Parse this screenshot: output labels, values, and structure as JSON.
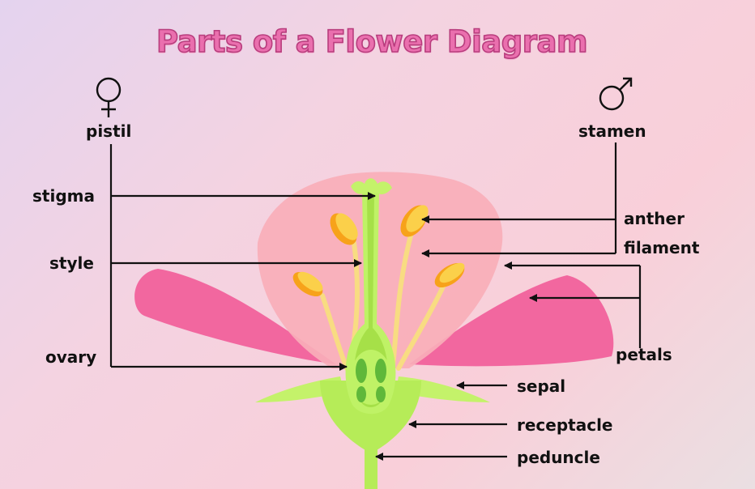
{
  "title": "Parts of a Flower Diagram",
  "groups": {
    "pistil": "pistil",
    "stamen": "stamen"
  },
  "labels": {
    "stigma": "stigma",
    "style": "style",
    "ovary": "ovary",
    "anther": "anther",
    "filament": "filament",
    "petals": "petals",
    "sepal": "sepal",
    "receptacle": "receptacle",
    "peduncle": "peduncle"
  },
  "icons": {
    "pistil": "female-symbol-icon",
    "stamen": "male-symbol-icon"
  },
  "colors": {
    "title_fill": "#ea6fae",
    "title_stroke": "#b83d7d",
    "petal_outer": "#f2679f",
    "petal_inner": "#f8aeb9",
    "pistil_green": "#bff266",
    "anther_yellow": "#fbc02a",
    "filament_yellow": "#f8dc82"
  }
}
